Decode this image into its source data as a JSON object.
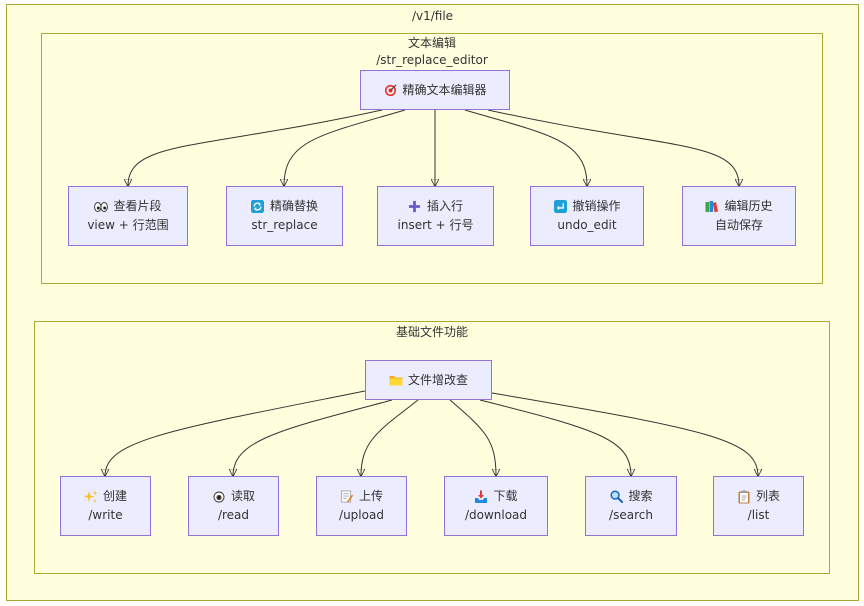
{
  "outer": {
    "title": "/v1/file"
  },
  "editor": {
    "title": "文本编辑",
    "subtitle": "/str_replace_editor",
    "root": {
      "icon": "target-icon",
      "label": "精确文本编辑器"
    },
    "children": [
      {
        "icon": "eyes-icon",
        "label": "查看片段",
        "sub": "view + 行范围"
      },
      {
        "icon": "refresh-icon",
        "label": "精确替换",
        "sub": "str_replace"
      },
      {
        "icon": "plus-icon",
        "label": "插入行",
        "sub": "insert + 行号"
      },
      {
        "icon": "undo-icon",
        "label": "撤销操作",
        "sub": "undo_edit"
      },
      {
        "icon": "books-icon",
        "label": "编辑历史",
        "sub": "自动保存"
      }
    ]
  },
  "basic": {
    "title": "基础文件功能",
    "root": {
      "icon": "folder-icon",
      "label": "文件增改查"
    },
    "children": [
      {
        "icon": "sparkles-icon",
        "label": "创建",
        "sub": "/write"
      },
      {
        "icon": "eye-icon",
        "label": "读取",
        "sub": "/read"
      },
      {
        "icon": "memo-icon",
        "label": "上传",
        "sub": "/upload"
      },
      {
        "icon": "inbox-tray-icon",
        "label": "下载",
        "sub": "/download"
      },
      {
        "icon": "magnifier-icon",
        "label": "搜索",
        "sub": "/search"
      },
      {
        "icon": "clipboard-icon",
        "label": "列表",
        "sub": "/list"
      }
    ]
  }
}
